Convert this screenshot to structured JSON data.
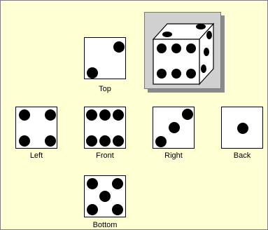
{
  "faces": {
    "top": {
      "label": "Top",
      "pips": 2
    },
    "left": {
      "label": "Left",
      "pips": 4
    },
    "front": {
      "label": "Front",
      "pips": 6
    },
    "right": {
      "label": "Right",
      "pips": 3
    },
    "back": {
      "label": "Back",
      "pips": 1
    },
    "bottom": {
      "label": "Bottom",
      "pips": 5
    }
  },
  "cube": {
    "icon": "dice-cube-icon",
    "front_pips": 6,
    "top_pips": 2,
    "right_pips": 3
  },
  "colors": {
    "background": "#ffffd4",
    "face": "#ffffff",
    "pip": "#000000",
    "cube_frame": "#d0d0d0"
  }
}
